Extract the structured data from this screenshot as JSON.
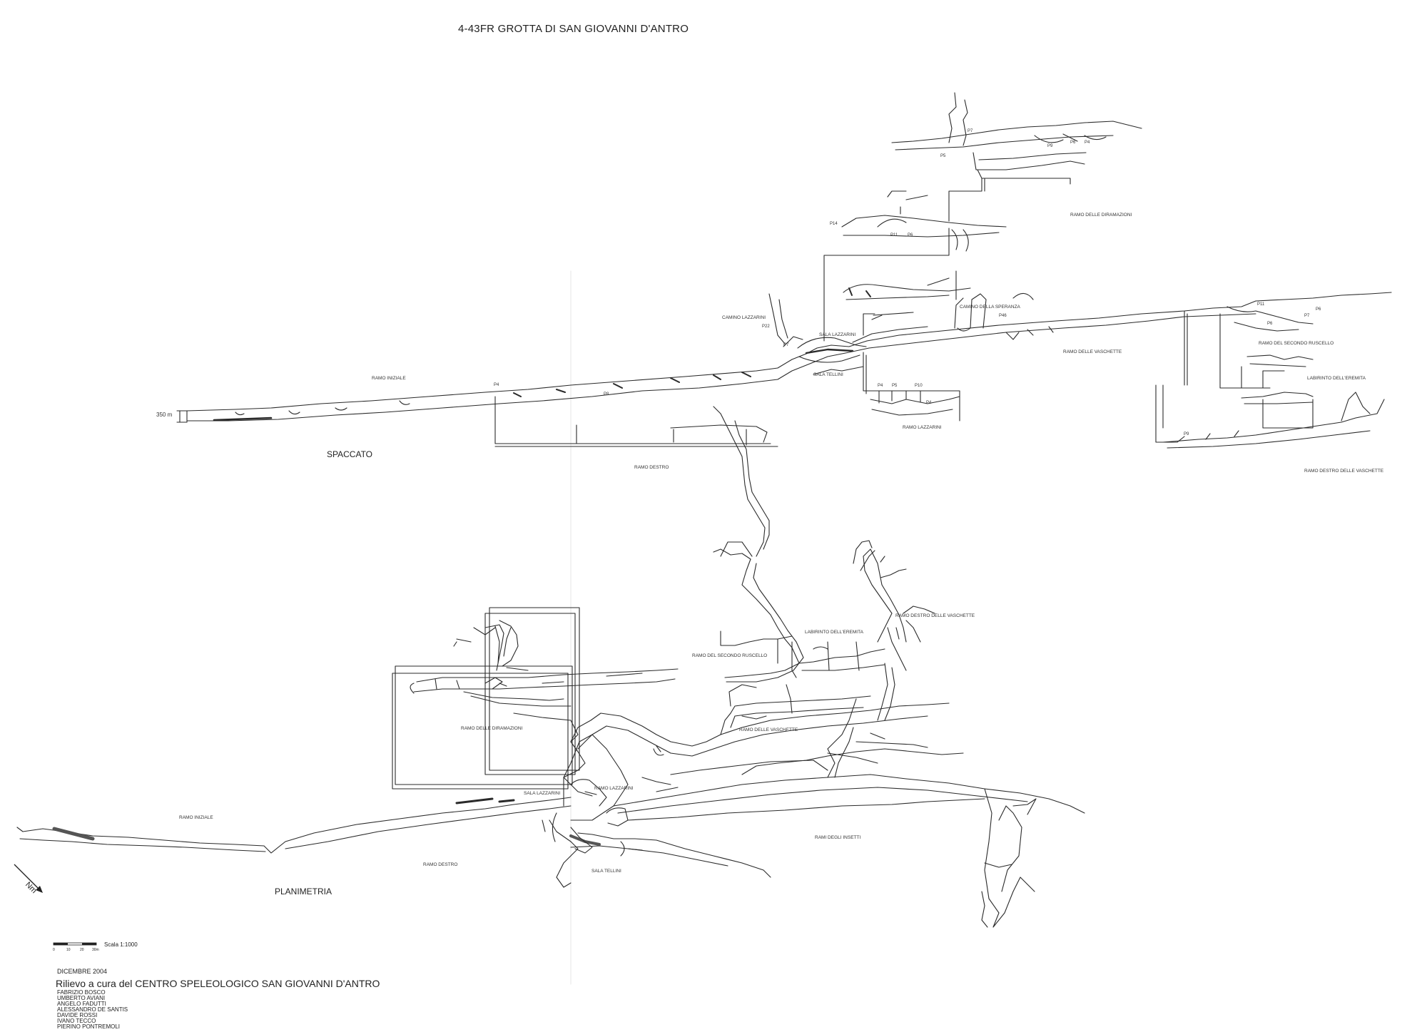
{
  "title": "4-43FR  GROTTA DI SAN GIOVANNI D'ANTRO",
  "sections": {
    "profile": "SPACCATO",
    "plan": "PLANIMETRIA"
  },
  "profile_labels": {
    "elevation": "350 m",
    "ramo_iniziale": "RAMO INIZIALE",
    "ramo_destro": "RAMO DESTRO",
    "camino_lazzarini": "CAMINO LAZZARINI",
    "p22": "P22",
    "p7_left": "P7",
    "sala_lazzarini": "SALA LAZZARINI",
    "sala_tellini": "SALA TELLINI",
    "p4_left": "P4",
    "p8_left": "P8",
    "camino_speranza": "CAMINO DELLA SPERANZA",
    "p46": "P46",
    "ramo_vaschette": "RAMO DELLE VASCHETTE",
    "ramo_lazzarini": "RAMO LAZZARINI",
    "p4_mid": "P4",
    "p5_mid": "P5",
    "p10_mid": "P10",
    "p4_mid2": "P4",
    "ramo_diramazioni": "RAMO DELLE DIRAMAZIONI",
    "p14": "P14",
    "p11_up": "P11",
    "p6_up": "P6",
    "p7_top": "P7",
    "p5_top": "P5",
    "p9_top": "P9",
    "p6_top": "P6",
    "p4_top": "P4",
    "p11_right": "P11",
    "p6_right": "P6",
    "p7_right": "P7",
    "p6_right2": "P6",
    "ramo_secondo_ruscello": "RAMO DEL SECONDO RUSCELLO",
    "labirinto_eremita": "LABIRINTO DELL'EREMITA",
    "p9_right": "P9",
    "ramo_destro_vaschette": "RAMO DESTRO DELLE VASCHETTE"
  },
  "plan_labels": {
    "ramo_diramazioni": "RAMO DELLE DIRAMAZIONI",
    "sala_lazzarini": "SALA LAZZARINI",
    "ramo_lazzarini": "RAMO LAZZARINI",
    "ramo_iniziale": "RAMO INIZIALE",
    "ramo_destro": "RAMO DESTRO",
    "sala_tellini": "SALA TELLINI",
    "rami_insetti": "RAMI DEGLI INSETTI",
    "ramo_vaschette": "RAMO DELLE VASCHETTE",
    "labirinto_eremita": "LABIRINTO DELL'EREMITA",
    "ramo_secondo_ruscello": "RAMO DEL SECONDO RUSCELLO",
    "ramo_destro_vaschette": "RAMO DESTRO DELLE VASCHETTE",
    "north": "Nm"
  },
  "scale": {
    "label": "Scala 1:1000",
    "ticks": [
      "0",
      "10",
      "20",
      "30m"
    ]
  },
  "footer": {
    "date": "DICEMBRE 2004",
    "credit": "Rilievo a cura del CENTRO SPELEOLOGICO SAN GIOVANNI D'ANTRO",
    "authors": [
      "FABRIZIO BOSCO",
      "UMBERTO AVIANI",
      "ANGELO FADUTTI",
      "ALESSANDRO DE SANTIS",
      "DAVIDE ROSSI",
      "IVANO TECCO",
      "PIERINO PONTREMOLI"
    ]
  },
  "colors": {
    "line": "#2a2a2a",
    "background": "#ffffff"
  }
}
